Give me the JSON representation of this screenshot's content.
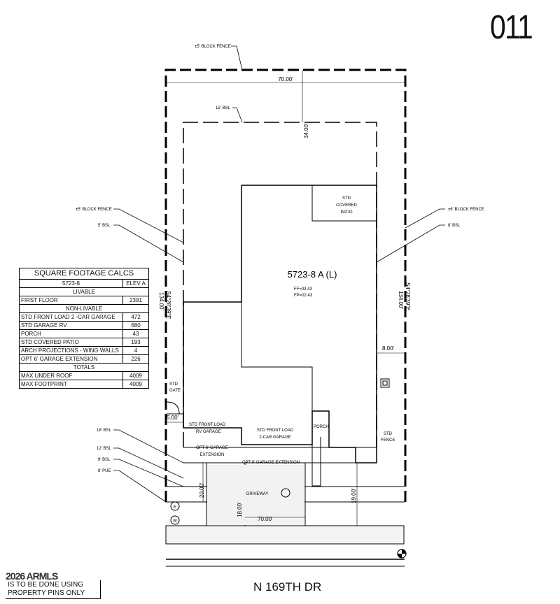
{
  "lot_number": "011",
  "street": "N 169TH DR",
  "note": {
    "watermark": "2026 ARMLS",
    "lines": [
      "IS TO BE DONE USING",
      "PROPERTY PINS ONLY"
    ]
  },
  "table": {
    "title": "SQUARE FOOTAGE CALCS",
    "plan": "5723-8",
    "elevation": "ELEV A",
    "livable_header": "LIVABLE",
    "first_floor": {
      "label": "FIRST FLOOR",
      "value": "2391"
    },
    "nonlivable_header": "NON-LIVABLE",
    "rows": [
      {
        "label": "STD FRONT LOAD 2 -CAR GARAGE",
        "value": "472"
      },
      {
        "label": "STD GARAGE RV",
        "value": "680"
      },
      {
        "label": "PORCH",
        "value": "43"
      },
      {
        "label": "STD COVERED PATIO",
        "value": "193"
      },
      {
        "label": "ARCH PROJECTIONS - WING WALLS",
        "value": "4"
      },
      {
        "label": "OPT 6' GARAGE EXTENSION",
        "value": "226"
      }
    ],
    "totals_header": "TOTALS",
    "totals": [
      {
        "label": "MAX UNDER ROOF",
        "value": "4009"
      },
      {
        "label": "MAX FOOTPRINT",
        "value": "4009"
      }
    ]
  },
  "plan": {
    "house_title": "5723-8 A (L)",
    "ff_lines": [
      "FF=03.43",
      "FP=02.43"
    ],
    "labels": {
      "block_fence_top": "±5' BLOCK FENCE",
      "bsl_15": "15' BSL",
      "block_fence_left": "±5' BLOCK FENCE",
      "bsl_5": "5' BSL",
      "block_fence_right": "±6' BLOCK FENCE",
      "bsl_8": "8' BSL",
      "bsl_18": "18' BSL",
      "bsl_12": "12' BSL",
      "bsl_9": "9' BSL",
      "pue_8": "8' PUE",
      "std_covered_patio": [
        "STD",
        "COVERED",
        "PATIO"
      ],
      "std_gate": [
        "STD",
        "GATE"
      ],
      "rv_garage": [
        "STD FRONT LOAD",
        "RV GARAGE"
      ],
      "car_garage": [
        "STD FRONT LOAD",
        "2-CAR GARAGE"
      ],
      "porch": "PORCH",
      "opt_ext_left": [
        "OPT 6' GARAGE",
        "EXTENSION"
      ],
      "opt_ext_right": "OPT 6' GARAGE EXTENSION",
      "driveway": "DRIVEWAY",
      "std_fence": [
        "STD",
        "FENCE"
      ],
      "marker_e": "E",
      "marker_w": "W"
    },
    "dims": {
      "top_width": "70.00'",
      "front_setback": "34.00'",
      "side_right": "8.00'",
      "side_left": "5.00'",
      "driveway_depth": "20.00'",
      "driveway_width": "18.00'",
      "bottom_width": "70.00'",
      "front_depth": "19.00'",
      "bearing_left": [
        "S4°28'39\"E",
        "134.00'"
      ],
      "bearing_right": [
        "S4°28'39\"E",
        "134.00'"
      ]
    }
  }
}
